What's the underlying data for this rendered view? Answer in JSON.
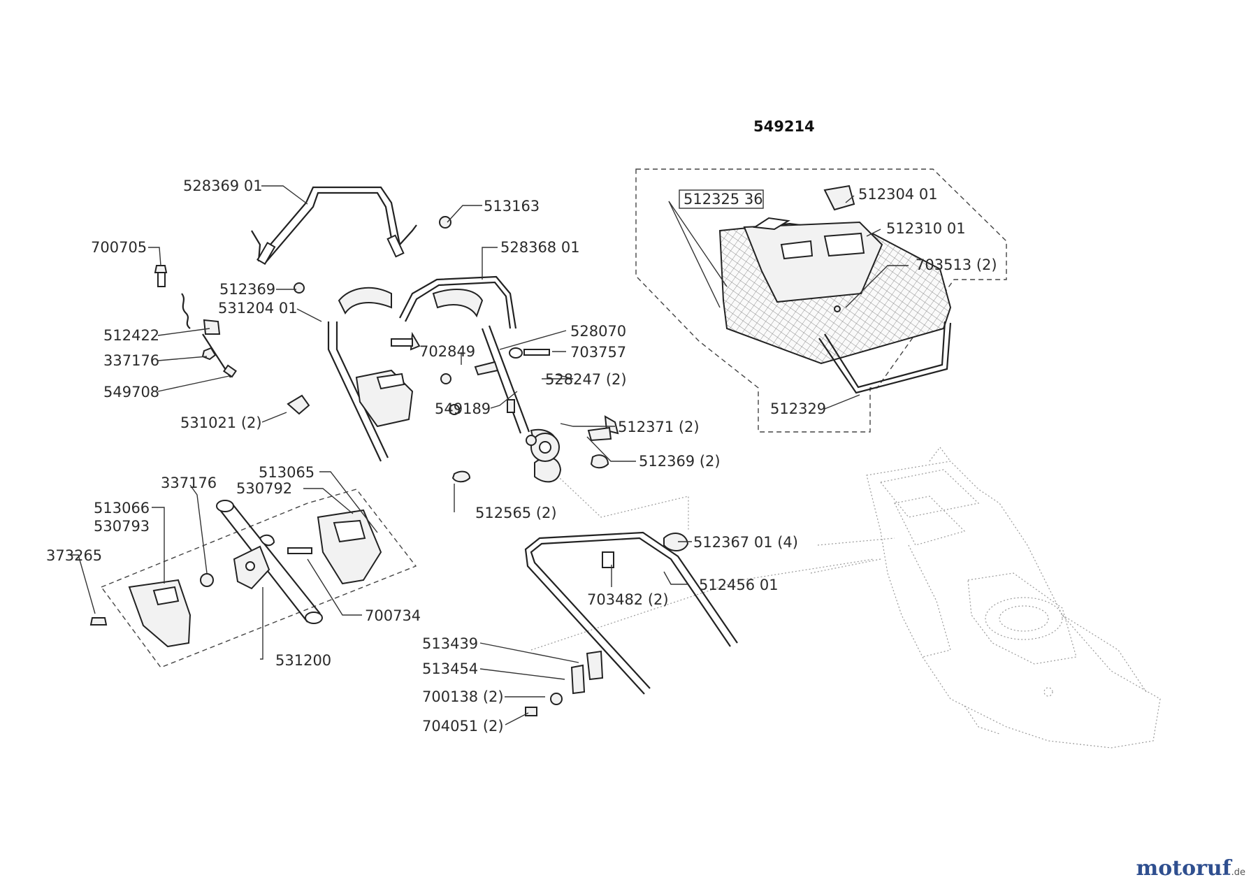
{
  "diagram": {
    "assembly_title": "549214",
    "labels": {
      "p528369_01": "528369 01",
      "p513163": "513163",
      "p700705": "700705",
      "p528368_01": "528368 01",
      "p512369": "512369",
      "p531204_01": "531204 01",
      "p512422": "512422",
      "p337176_a": "337176",
      "p549708": "549708",
      "p531021": "531021 (2)",
      "p528070": "528070",
      "p702849": "702849",
      "p703757": "703757",
      "p528247": "528247 (2)",
      "p549189": "549189",
      "p512371": "512371 (2)",
      "p512369_2": "512369 (2)",
      "p512565": "512565 (2)",
      "p513065": "513065",
      "p530792": "530792",
      "p337176_b": "337176",
      "p513066": "513066",
      "p530793": "530793",
      "p373265": "373265",
      "p700734": "700734",
      "p531200": "531200",
      "p512367_01": "512367 01 (4)",
      "p512456_01": "512456 01",
      "p703482": "703482 (2)",
      "p513439": "513439",
      "p513454": "513454",
      "p700138": "700138 (2)",
      "p704051": "704051 (2)",
      "p512325_36": "512325 36",
      "p512304_01": "512304 01",
      "p512310_01": "512310 01",
      "p703513": "703513 (2)",
      "p512329": "512329"
    }
  },
  "brand": {
    "name": "motoruf",
    "suffix": ".de",
    "color": "#2f4f8f"
  }
}
